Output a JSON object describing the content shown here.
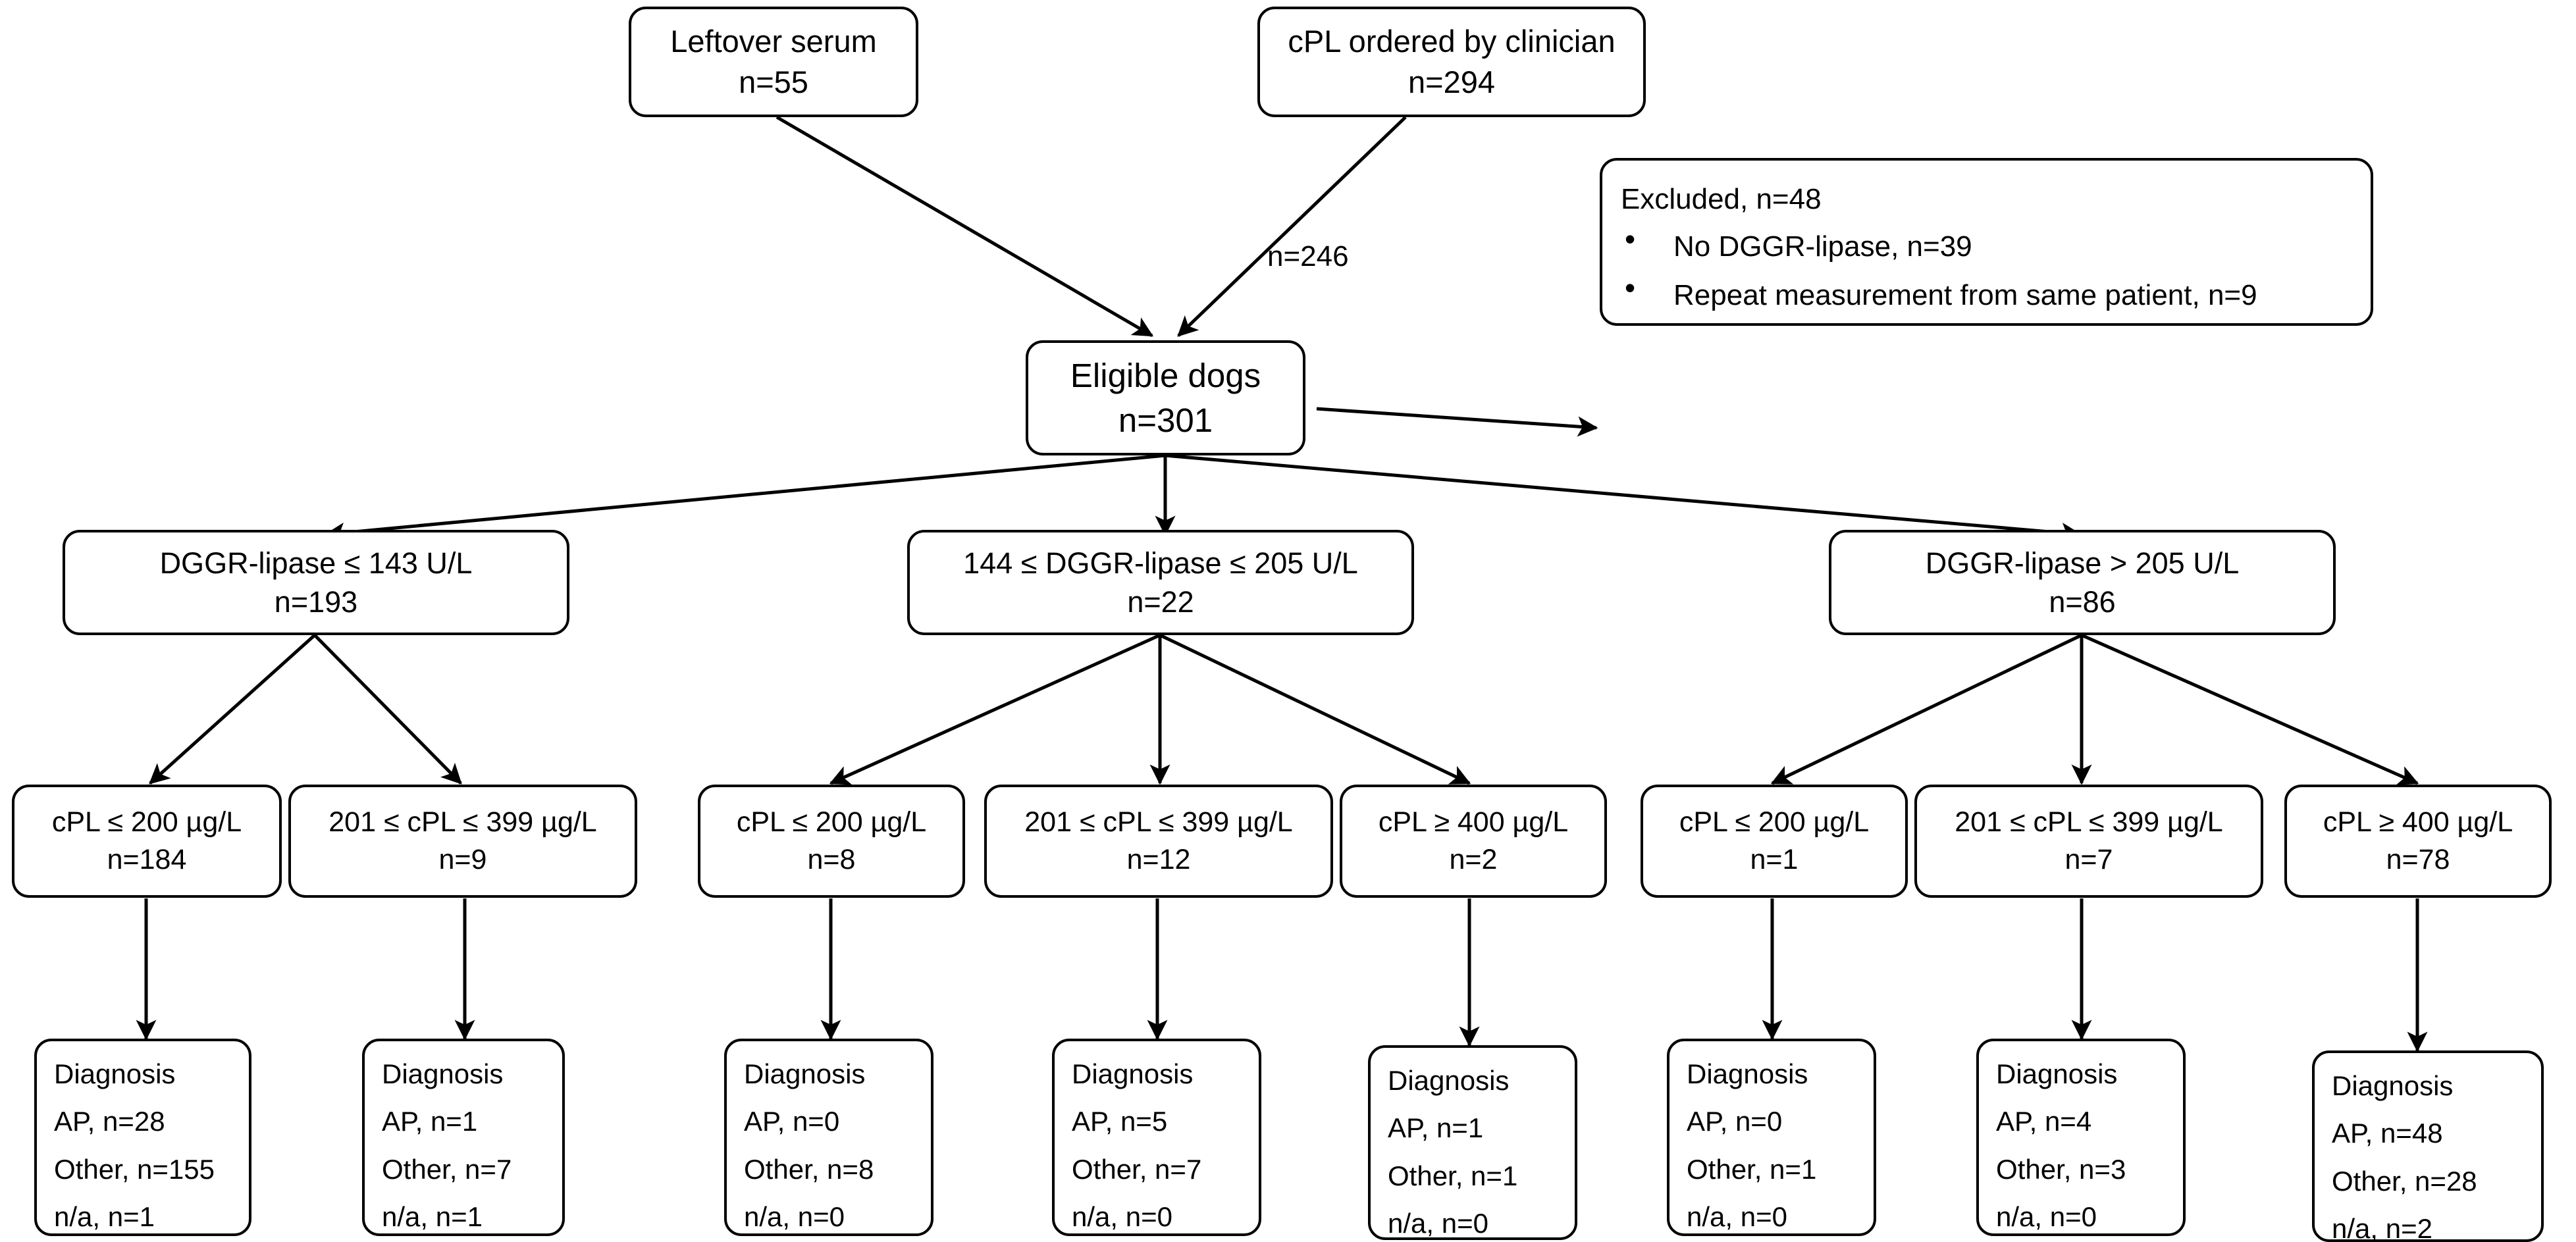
{
  "diagram": {
    "type": "flowchart",
    "title": "Study population flow diagram",
    "colors": {
      "stroke": "#000000",
      "fill": "#ffffff",
      "text": "#000000"
    },
    "sources": [
      {
        "id": "leftover-serum",
        "line1": "Leftover serum",
        "line2": "n=55"
      },
      {
        "id": "cpl-ordered",
        "line1": "cPL ordered by clinician",
        "line2": "n=294"
      }
    ],
    "edge_labels": {
      "to_eligible_from_cpl": "n=246"
    },
    "excluded": {
      "title": "Excluded, n=48",
      "items": [
        "No DGGR-lipase, n=39",
        "Repeat measurement from same patient, n=9"
      ],
      "bullet": "bullet-glyph"
    },
    "eligible": {
      "line1": "Eligible dogs",
      "line2": "n=301"
    },
    "lipase_groups": [
      {
        "id": "lipase-low",
        "line1": "DGGR-lipase ≤ 143 U/L",
        "line2": "n=193"
      },
      {
        "id": "lipase-mid",
        "line1": "144 ≤ DGGR-lipase ≤ 205 U/L",
        "line2": "n=22"
      },
      {
        "id": "lipase-high",
        "line1": "DGGR-lipase > 205 U/L",
        "line2": "n=86"
      }
    ],
    "cpl_groups": [
      {
        "id": "cpl-1",
        "parent": "lipase-low",
        "line1": "cPL ≤ 200 µg/L",
        "line2": "n=184"
      },
      {
        "id": "cpl-2",
        "parent": "lipase-low",
        "line1": "201 ≤ cPL ≤ 399 µg/L",
        "line2": "n=9"
      },
      {
        "id": "cpl-3",
        "parent": "lipase-mid",
        "line1": "cPL ≤ 200 µg/L",
        "line2": "n=8"
      },
      {
        "id": "cpl-4",
        "parent": "lipase-mid",
        "line1": "201 ≤ cPL ≤ 399 µg/L",
        "line2": "n=12"
      },
      {
        "id": "cpl-5",
        "parent": "lipase-mid",
        "line1": "cPL ≥ 400 µg/L",
        "line2": "n=2"
      },
      {
        "id": "cpl-6",
        "parent": "lipase-high",
        "line1": "cPL ≤ 200 µg/L",
        "line2": "n=1"
      },
      {
        "id": "cpl-7",
        "parent": "lipase-high",
        "line1": "201 ≤ cPL ≤ 399 µg/L",
        "line2": "n=7"
      },
      {
        "id": "cpl-8",
        "parent": "lipase-high",
        "line1": "cPL ≥ 400 µg/L",
        "line2": "n=78"
      }
    ],
    "diagnoses": [
      {
        "id": "diag-1",
        "parent": "cpl-1",
        "title": "Diagnosis",
        "ap": "AP, n=28",
        "other": "Other, n=155",
        "na": "n/a, n=1"
      },
      {
        "id": "diag-2",
        "parent": "cpl-2",
        "title": "Diagnosis",
        "ap": "AP, n=1",
        "other": "Other, n=7",
        "na": "n/a, n=1"
      },
      {
        "id": "diag-3",
        "parent": "cpl-3",
        "title": "Diagnosis",
        "ap": "AP, n=0",
        "other": "Other, n=8",
        "na": "n/a, n=0"
      },
      {
        "id": "diag-4",
        "parent": "cpl-4",
        "title": "Diagnosis",
        "ap": "AP, n=5",
        "other": "Other, n=7",
        "na": "n/a, n=0"
      },
      {
        "id": "diag-5",
        "parent": "cpl-5",
        "title": "Diagnosis",
        "ap": "AP, n=1",
        "other": "Other, n=1",
        "na": "n/a, n=0"
      },
      {
        "id": "diag-6",
        "parent": "cpl-6",
        "title": "Diagnosis",
        "ap": "AP, n=0",
        "other": "Other, n=1",
        "na": "n/a, n=0"
      },
      {
        "id": "diag-7",
        "parent": "cpl-7",
        "title": "Diagnosis",
        "ap": "AP, n=4",
        "other": "Other, n=3",
        "na": "n/a, n=0"
      },
      {
        "id": "diag-8",
        "parent": "cpl-8",
        "title": "Diagnosis",
        "ap": "AP, n=48",
        "other": "Other, n=28",
        "na": "n/a, n=2"
      }
    ]
  }
}
